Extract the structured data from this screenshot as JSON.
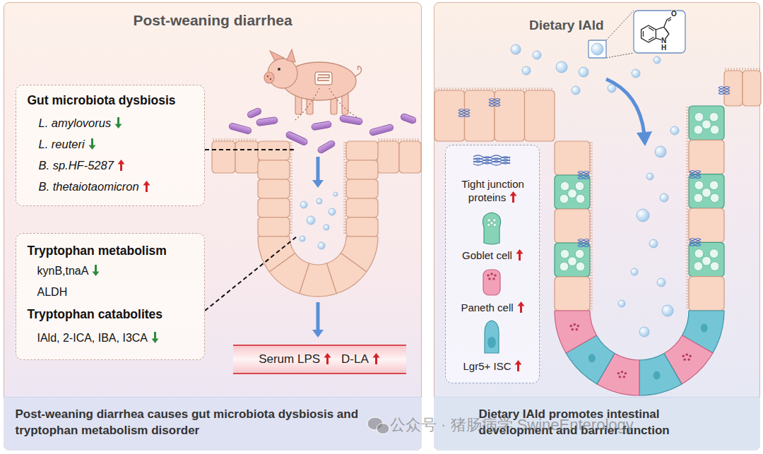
{
  "diagram": {
    "nodes": [
      {
        "text": [
          "Post-weaning diarrhea"
        ]
      },
      {
        "text": [
          "Gut microbiota dysbiosis",
          "L. amylovorus",
          "L. reuteri",
          "B. sp.HF-5287",
          "B. thetaiotaomicron"
        ],
        "in": 0
      },
      {
        "text": [
          "Tryptophan metabolism",
          "kynB,tnaA",
          "ALDH",
          "Tryptophan catabolites",
          "IAld, 2-ICA, IBA, I3CA"
        ],
        "in": 0
      },
      {
        "text": [
          "Serum LPS",
          "D-LA"
        ],
        "in": 0
      },
      {
        "text": [
          "Post-weaning diarrhea causes gut microbiota dysbiosis and tryptophan metabolism disorder"
        ],
        "in": 0
      },
      {
        "text": [
          "Dietary IAld"
        ]
      },
      {
        "text": [
          "Tight junction proteins",
          "Goblet cell",
          "Paneth cell",
          "Lgr5+ ISC"
        ],
        "in": 5
      },
      {
        "text": [
          "Dietary IAld promotes intestinal development and barrier function"
        ],
        "in": 5
      }
    ],
    "labels": [
      "O",
      "N",
      "H",
      "公众号 · 猪肠病学 SwineEnterology"
    ]
  }
}
